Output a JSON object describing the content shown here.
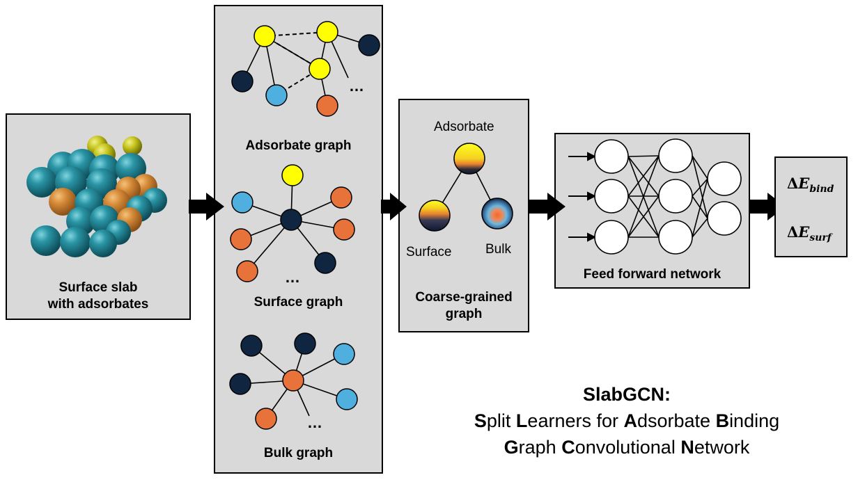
{
  "panels": {
    "slab": {
      "label_line1": "Surface slab",
      "label_line2": "with adsorbates"
    },
    "graphs": {
      "adsorbate_label": "Adsorbate graph",
      "surface_label": "Surface graph",
      "bulk_label": "Bulk graph",
      "ellipsis": "…"
    },
    "coarse": {
      "adsorbate": "Adsorbate",
      "surface": "Surface",
      "bulk": "Bulk",
      "label_line1": "Coarse-grained",
      "label_line2": "graph"
    },
    "ffn": {
      "label": "Feed forward network"
    },
    "outputs": {
      "delta": "Δ",
      "e": "E",
      "bind_sub": "bind",
      "surf_sub": "surf"
    }
  },
  "title": {
    "line1": "SlabGCN:",
    "line2_parts": [
      {
        "b": "S",
        "t": "plit "
      },
      {
        "b": "L",
        "t": "earners for "
      },
      {
        "b": "A",
        "t": "dsorbate "
      },
      {
        "b": "B",
        "t": "inding"
      }
    ],
    "line3_parts": [
      {
        "b": "G",
        "t": "raph "
      },
      {
        "b": "C",
        "t": "onvolutional "
      },
      {
        "b": "N",
        "t": "etwork"
      }
    ]
  },
  "colors": {
    "panel_bg": "#d9d9d9",
    "yellow": "#ffff00",
    "navy": "#0f2540",
    "blue": "#4fb0e0",
    "orange": "#e8733a",
    "teal": "#1f7f8f",
    "slab_orange": "#d98a3a",
    "olive": "#b8b814"
  }
}
